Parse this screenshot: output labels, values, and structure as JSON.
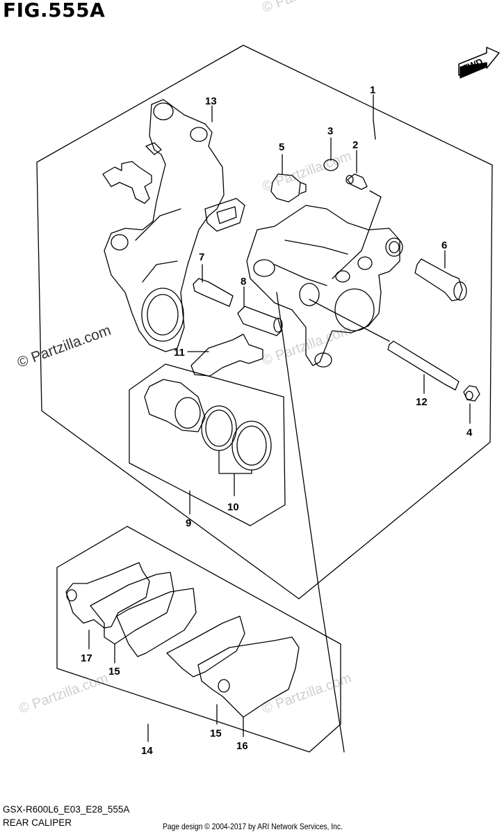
{
  "figure": {
    "title": "FIG.555A",
    "model_code": "GSX-R600L6_E03_E28_555A",
    "section_name": "REAR CALIPER",
    "copyright": "Page design © 2004-2017 by ARI Network Services, Inc.",
    "direction_label": "FWD"
  },
  "watermarks": [
    "© Partzilla.com",
    "© Partzilla.com",
    "© Partzilla.com",
    "© Partzilla.com",
    "© Partzilla.com",
    "© Partzilla.com"
  ],
  "callouts": [
    "1",
    "2",
    "3",
    "4",
    "5",
    "6",
    "7",
    "8",
    "9",
    "10",
    "11",
    "12",
    "13",
    "14",
    "15",
    "15",
    "16",
    "17"
  ],
  "colors": {
    "line": "#000000",
    "background": "#ffffff",
    "watermark": "#cfcfcf"
  }
}
